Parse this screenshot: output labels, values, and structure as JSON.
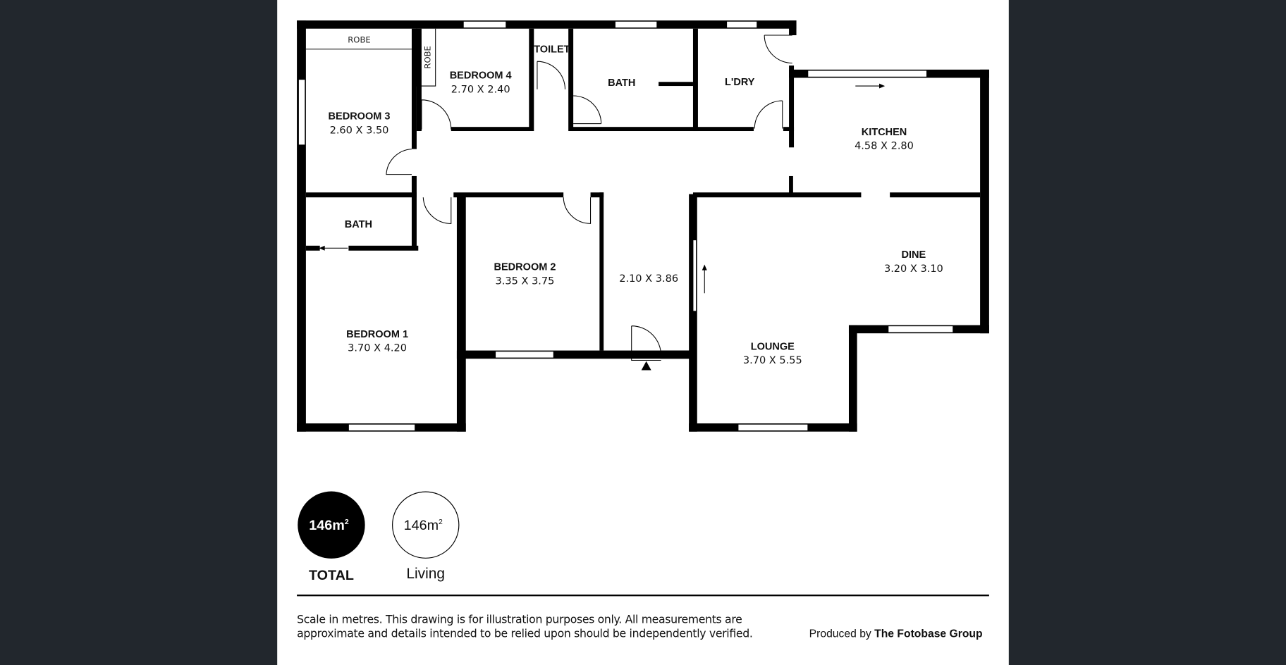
{
  "colors": {
    "background": "#22272d",
    "page": "#ffffff",
    "ink": "#000000"
  },
  "rooms": {
    "robe_1": "ROBE",
    "robe_2": "ROBE",
    "bedroom4": {
      "name": "BEDROOM 4",
      "size": "2.70 X 2.40"
    },
    "toilet": {
      "name": "TOILET"
    },
    "bath_1": {
      "name": "BATH"
    },
    "laundry": {
      "name": "L'DRY"
    },
    "bedroom3": {
      "name": "BEDROOM 3",
      "size": "2.60 X 3.50"
    },
    "kitchen": {
      "name": "KITCHEN",
      "size": "4.58 X 2.80"
    },
    "bath_2": {
      "name": "BATH"
    },
    "bedroom2": {
      "name": "BEDROOM 2",
      "size": "3.35 X 3.75"
    },
    "hall": {
      "size": "2.10 X 3.86"
    },
    "dine": {
      "name": "DINE",
      "size": "3.20 X 3.10"
    },
    "bedroom1": {
      "name": "BEDROOM 1",
      "size": "3.70 X 4.20"
    },
    "lounge": {
      "name": "LOUNGE",
      "size": "3.70 X 5.55"
    }
  },
  "areas": {
    "total": {
      "value": "146m",
      "sup": "2",
      "label": "TOTAL"
    },
    "living": {
      "value": "146m",
      "sup": "2",
      "label": "Living"
    }
  },
  "footer": {
    "disclaimer_line1": "Scale in metres. This drawing is for illustration purposes only. All measurements are",
    "disclaimer_line2": "approximate and details intended to be relied upon should be independently verified.",
    "produced_by": "Produced by ",
    "company": "The Fotobase Group"
  }
}
